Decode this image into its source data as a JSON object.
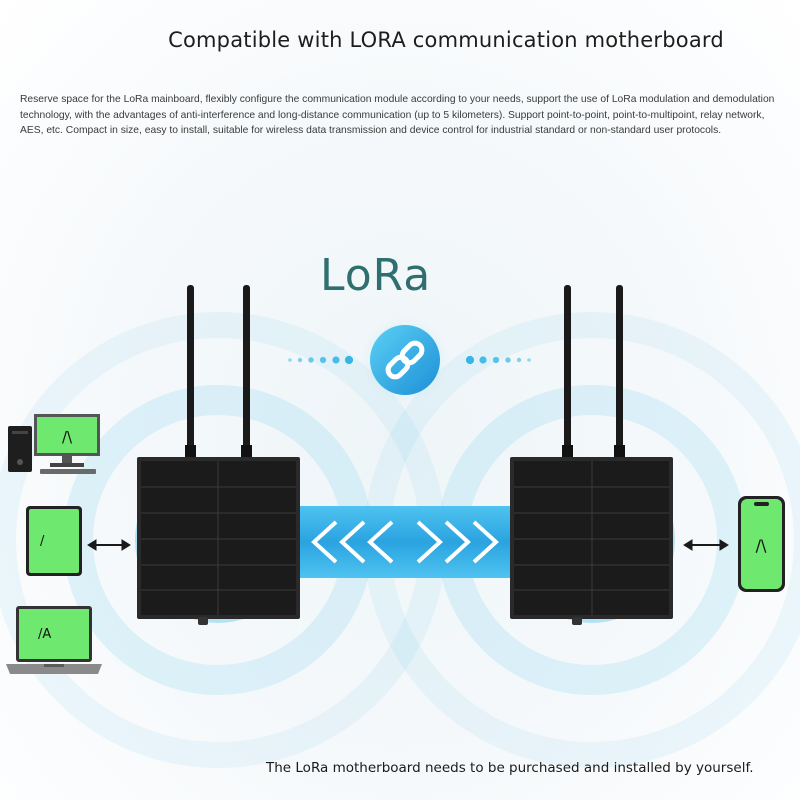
{
  "heading": {
    "title": "Compatible with LORA communication motherboard",
    "description": "Reserve space for the LoRa mainboard, flexibly configure the communication module according to your needs, support the use of LoRa modulation and demodulation technology, with the advantages of anti-interference and long-distance communication (up to 5 kilometers). Support point-to-point, point-to-multipoint, relay network, AES, etc. Compact in size, easy to install, suitable for wireless data transmission and device control for industrial standard or non-standard user protocols."
  },
  "diagram": {
    "center_label": "LoRa",
    "link_icon": "chain-link-icon",
    "devices_left": [
      {
        "name": "desktop-computer",
        "screen_text": "/\\"
      },
      {
        "name": "tablet",
        "screen_text": "/"
      },
      {
        "name": "laptop",
        "screen_text": "/A"
      }
    ],
    "devices_right": [
      {
        "name": "smartphone",
        "screen_text": "/\\"
      }
    ]
  },
  "footnote": "The LoRa motherboard needs to be purchased and installed by yourself.",
  "colors": {
    "accent_cyan": "#35b6e6",
    "signal_ring": "#7ed0ee",
    "screen_green": "#6ee86e",
    "panel_dark": "#1b1b1b",
    "band_blue": "#2aa3e0",
    "label_teal": "#2f6f6f"
  }
}
